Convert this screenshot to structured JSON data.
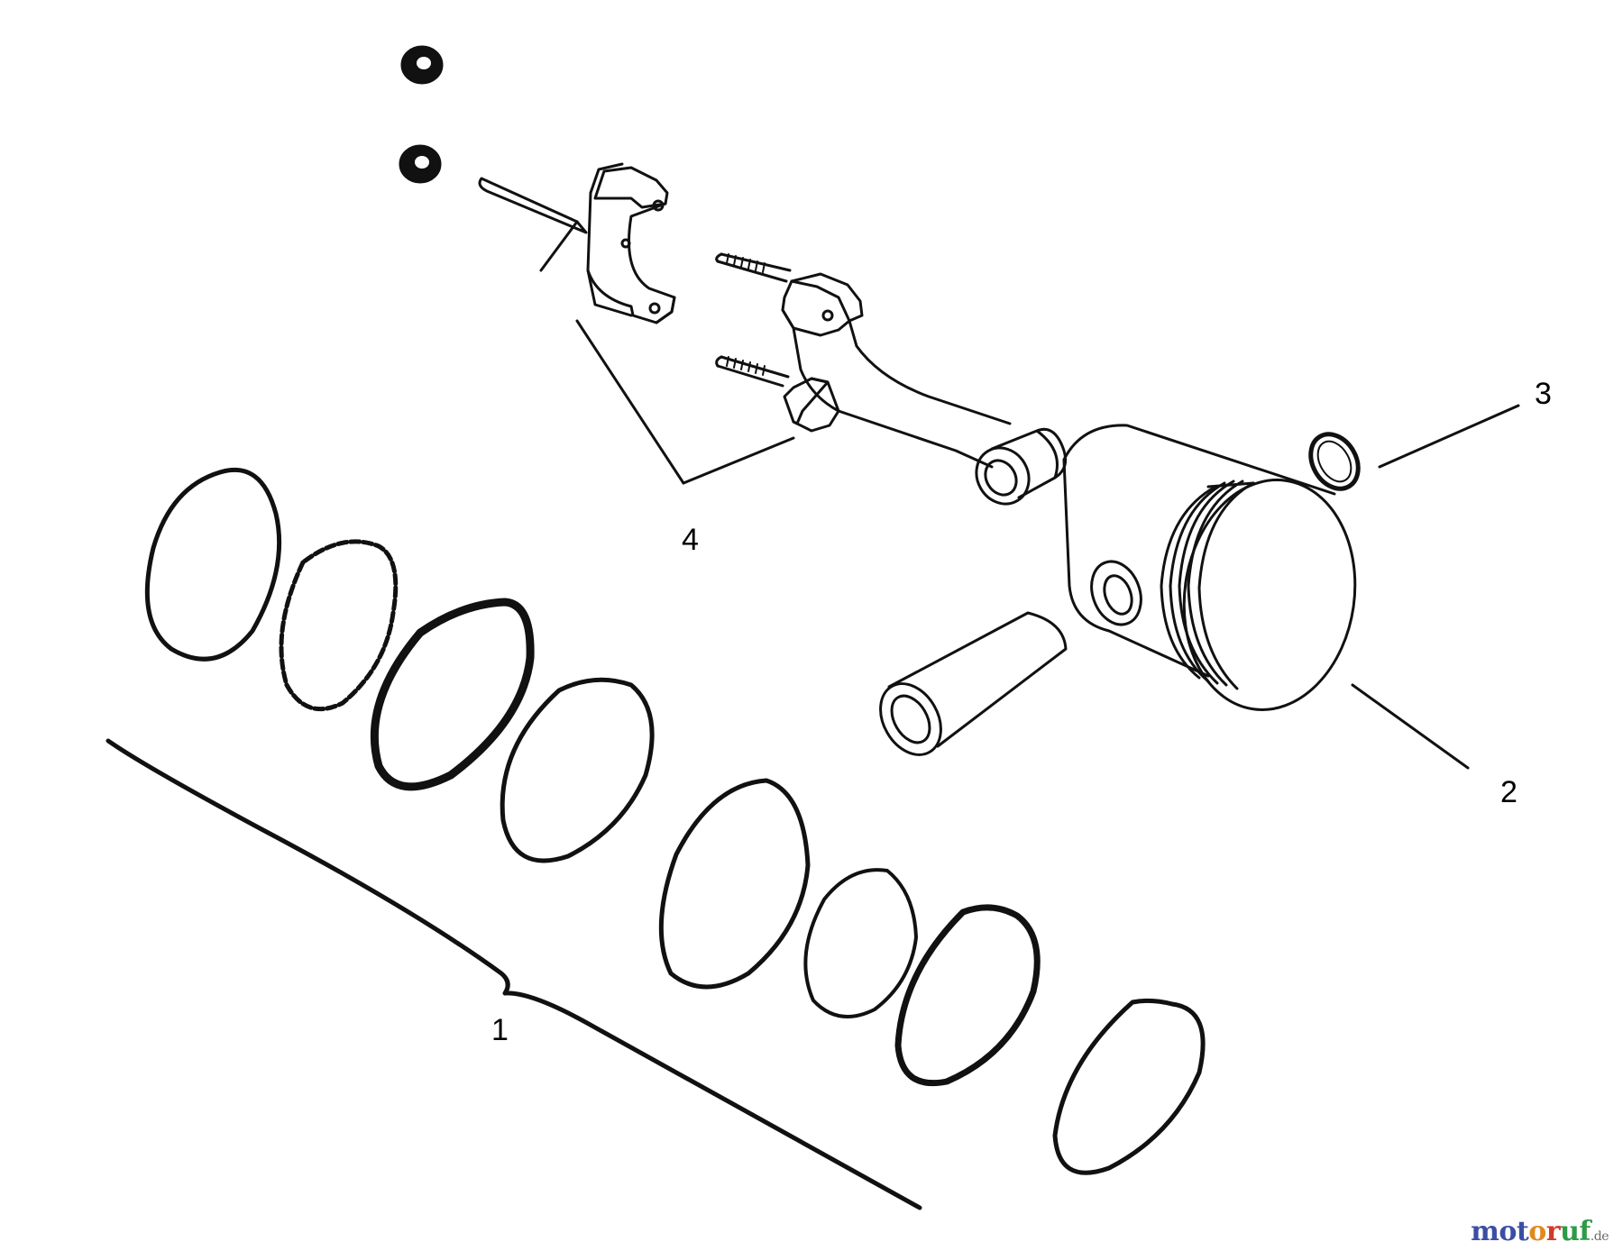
{
  "callouts": [
    {
      "id": "1",
      "label": "1"
    },
    {
      "id": "2",
      "label": "2"
    },
    {
      "id": "3",
      "label": "3"
    },
    {
      "id": "4",
      "label": "4"
    }
  ],
  "watermark": {
    "text": "motoruf",
    "tld": ".de",
    "letter_colors": [
      "#3a4fa3",
      "#3a4fa3",
      "#3a4fa3",
      "#e08a1e",
      "#d23a2a",
      "#2e9a46",
      "#2e9a46"
    ]
  },
  "colors": {
    "line": "#111111",
    "background": "#ffffff"
  }
}
